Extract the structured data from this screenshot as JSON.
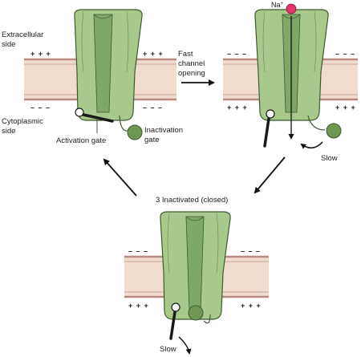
{
  "labels": {
    "extracellular_side": [
      "Extracellular",
      "side"
    ],
    "cytoplasmic_side": [
      "Cytoplasmic",
      "side"
    ],
    "activation_gate": "Activation gate",
    "inactivation_gate": [
      "Inactivation",
      "gate"
    ],
    "fast_channel_opening": [
      "Fast",
      "channel",
      "opening"
    ],
    "na_ion": "Na",
    "na_superscript": "+",
    "slow_right": "Slow",
    "slow_bottom": "Slow",
    "inactivated_closed": "3  Inactivated (closed)"
  },
  "membrane_signs": {
    "closed_top": "+ + +",
    "closed_bottom": "– – –",
    "open_top": "– – –",
    "open_bottom": "+ + +",
    "inactivated_top": "– – –",
    "inactivated_bottom": "+ + +"
  },
  "colors": {
    "channel_fill": "#a9c98c",
    "channel_dark": "#7fa766",
    "channel_stroke": "#3d5a2e",
    "membrane_fill": "#f1ddd0",
    "membrane_line": "#b88b82",
    "gate_ball": "#6f9652",
    "sodium_ion": "#e6356b"
  }
}
